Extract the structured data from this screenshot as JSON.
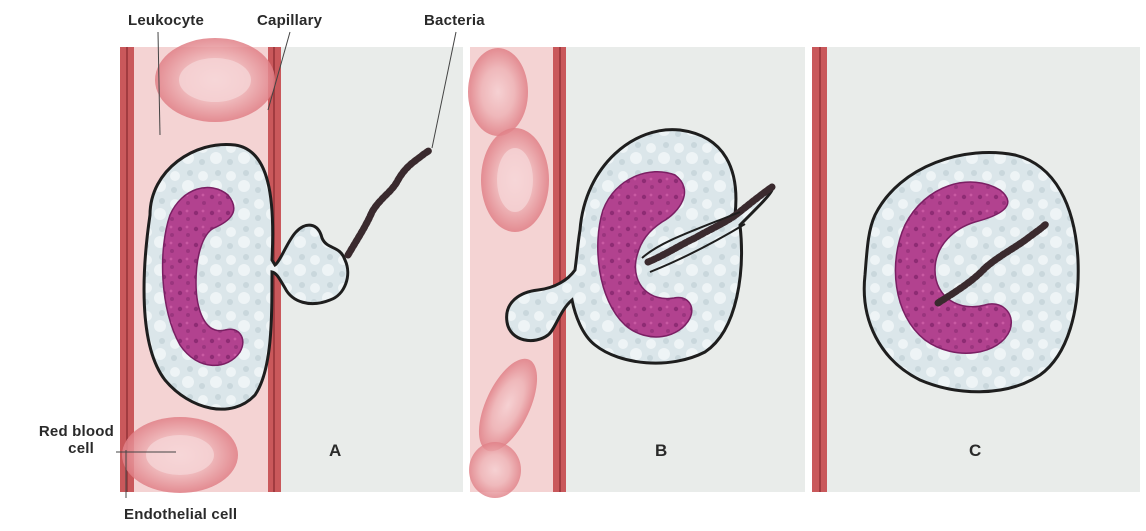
{
  "labels": {
    "leukocyte": "Leukocyte",
    "capillary": "Capillary",
    "bacteria": "Bacteria",
    "red_blood_cell_line1": "Red blood",
    "red_blood_cell_line2": "cell",
    "endothelial_cell": "Endothelial cell"
  },
  "panels": [
    {
      "letter": "A"
    },
    {
      "letter": "B"
    },
    {
      "letter": "C"
    }
  ],
  "colors": {
    "panel_background": "#e9ecea",
    "capillary_lumen": "#f4d3d3",
    "capillary_wall": "#c9585b",
    "red_blood_cell": "#e8a4a8",
    "leukocyte_cytoplasm": "#dfe9ec",
    "nucleus": "#b0408e",
    "bacteria": "#3a2a2e",
    "outline": "#1e1e1e"
  }
}
